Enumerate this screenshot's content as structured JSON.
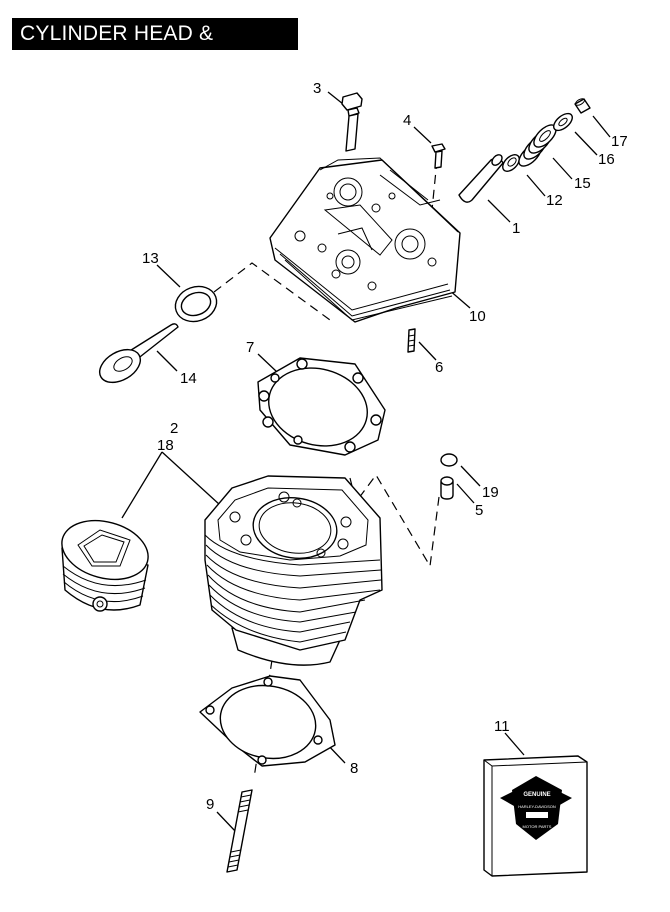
{
  "title": "CYLINDER HEAD & VALVES",
  "callouts": [
    {
      "id": "c1",
      "label": "1"
    },
    {
      "id": "c2",
      "label": "2"
    },
    {
      "id": "c18",
      "label": "18"
    },
    {
      "id": "c3",
      "label": "3"
    },
    {
      "id": "c4",
      "label": "4"
    },
    {
      "id": "c5",
      "label": "5"
    },
    {
      "id": "c6",
      "label": "6"
    },
    {
      "id": "c7",
      "label": "7"
    },
    {
      "id": "c8",
      "label": "8"
    },
    {
      "id": "c9",
      "label": "9"
    },
    {
      "id": "c10",
      "label": "10"
    },
    {
      "id": "c11",
      "label": "11"
    },
    {
      "id": "c12",
      "label": "12"
    },
    {
      "id": "c13",
      "label": "13"
    },
    {
      "id": "c14",
      "label": "14"
    },
    {
      "id": "c15",
      "label": "15"
    },
    {
      "id": "c16",
      "label": "16"
    },
    {
      "id": "c17",
      "label": "17"
    },
    {
      "id": "c19",
      "label": "19"
    }
  ],
  "box_logo": {
    "top_text": "GENUINE",
    "mid_text": "HARLEY-DAVIDSON",
    "bottom_text": "MOTOR PARTS"
  }
}
